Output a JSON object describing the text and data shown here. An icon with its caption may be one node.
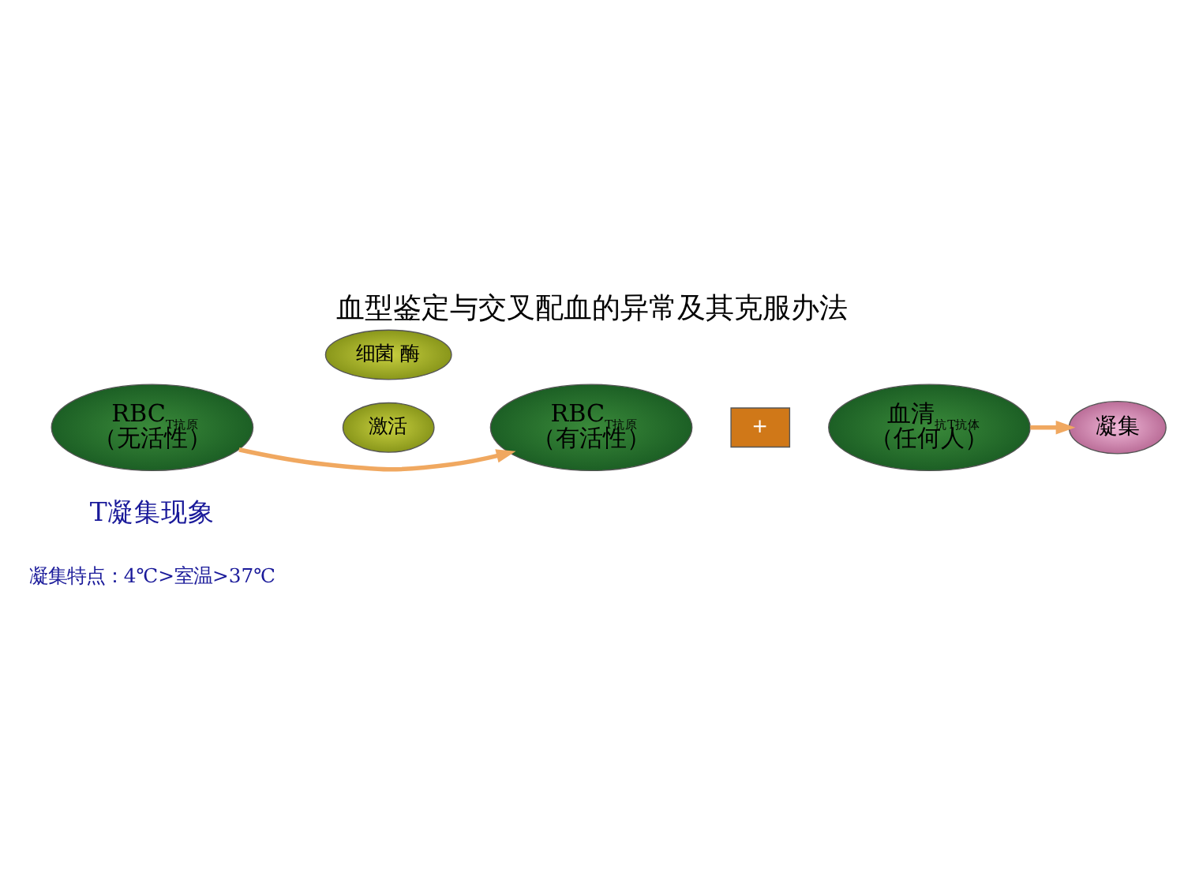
{
  "diagram": {
    "title": "血型鉴定与交叉配血的异常及其克服办法",
    "nodes": [
      {
        "text": [
          "RBC$_{T抗原}$",
          "（无活性）"
        ]
      },
      {
        "text": [
          "细菌 酶"
        ]
      },
      {
        "text": [
          "激活"
        ]
      },
      {
        "text": [
          "RBC$_{T抗原}$",
          "（有活性）"
        ]
      },
      {
        "text": [
          "+"
        ]
      },
      {
        "text": [
          "血清$_{抗T抗体}$",
          "（任何人）"
        ]
      },
      {
        "text": [
          "凝集"
        ]
      }
    ],
    "edges": [
      {
        "from": 0,
        "to": 3,
        "arrow": "to"
      },
      {
        "from": 5,
        "to": 6,
        "arrow": "to"
      }
    ],
    "labels": [
      "T凝集现象",
      "凝集特点：4℃>室温>37℃"
    ]
  }
}
